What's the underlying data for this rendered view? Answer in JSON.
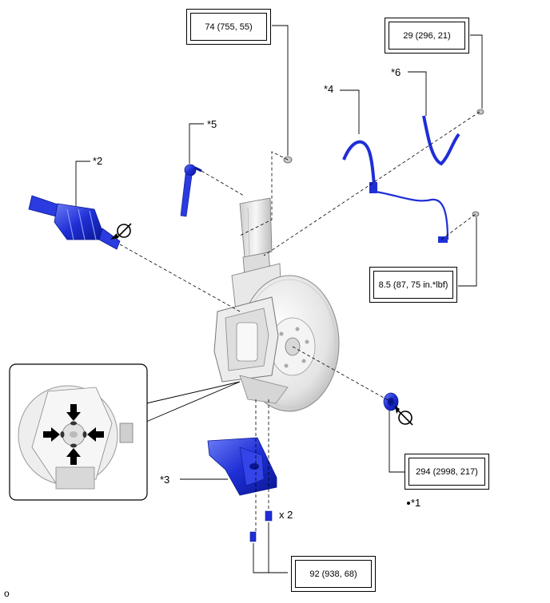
{
  "colors": {
    "part_blue": "#1f2fd6",
    "part_blue_dark": "#0a1690",
    "part_blue_light": "#5a6cf0",
    "line": "#000000",
    "metal_light": "#f2f2f2",
    "metal_mid": "#d4d4d4",
    "metal_dark": "#9a9a9a"
  },
  "torque_specs": {
    "strut_nut": "74 (755, 55)",
    "sensor_bracket_bolt": "29 (296, 21)",
    "sensor_bolt": "8.5 (87, 75 in.*lbf)",
    "axle_nut": "294 (2998, 217)",
    "lower_arm_bolt": "92 (938, 68)"
  },
  "callouts": {
    "c1": "*1",
    "c2": "*2",
    "c3": "*3",
    "c4": "*4",
    "c5": "*5",
    "c6": "*6"
  },
  "quantity_label": "x 2",
  "page_mark": "o",
  "icons": {
    "do_not_reuse": "no-reuse-icon",
    "press_arrow": "arrow-icon"
  }
}
